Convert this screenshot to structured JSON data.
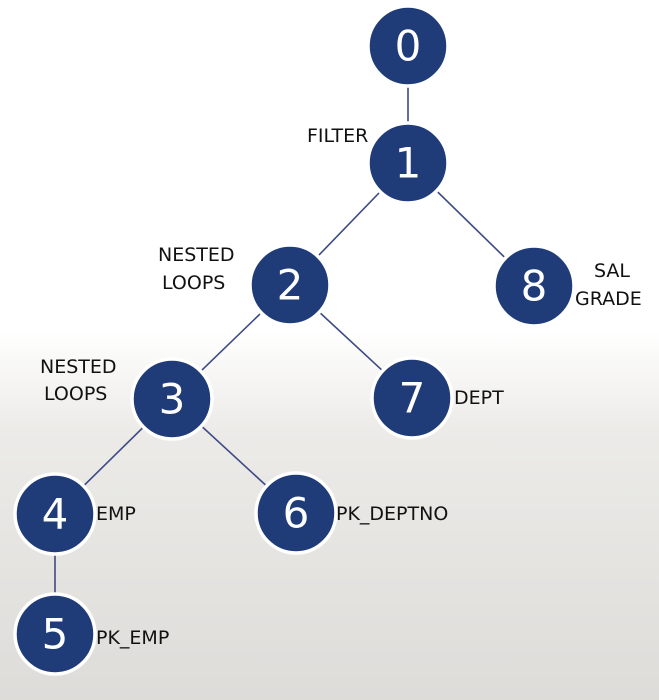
{
  "nodes": [
    {
      "id": "0",
      "labels": []
    },
    {
      "id": "1",
      "labels": [
        "FILTER"
      ]
    },
    {
      "id": "2",
      "labels": [
        "NESTED",
        "LOOPS"
      ]
    },
    {
      "id": "3",
      "labels": [
        "NESTED",
        "LOOPS"
      ]
    },
    {
      "id": "4",
      "labels": [
        "EMP"
      ]
    },
    {
      "id": "5",
      "labels": [
        "PK_EMP"
      ]
    },
    {
      "id": "6",
      "labels": [
        "PK_DEPTNO"
      ]
    },
    {
      "id": "7",
      "labels": [
        "DEPT"
      ]
    },
    {
      "id": "8",
      "labels": [
        "SAL",
        "GRADE"
      ]
    }
  ],
  "edges": [
    [
      "0",
      "1"
    ],
    [
      "1",
      "2"
    ],
    [
      "1",
      "8"
    ],
    [
      "2",
      "3"
    ],
    [
      "2",
      "7"
    ],
    [
      "3",
      "4"
    ],
    [
      "3",
      "6"
    ],
    [
      "4",
      "5"
    ]
  ],
  "colors": {
    "node_fill": "#1f3b78",
    "node_text": "#ffffff",
    "edge": "#3c4a86",
    "label": "#111111"
  }
}
